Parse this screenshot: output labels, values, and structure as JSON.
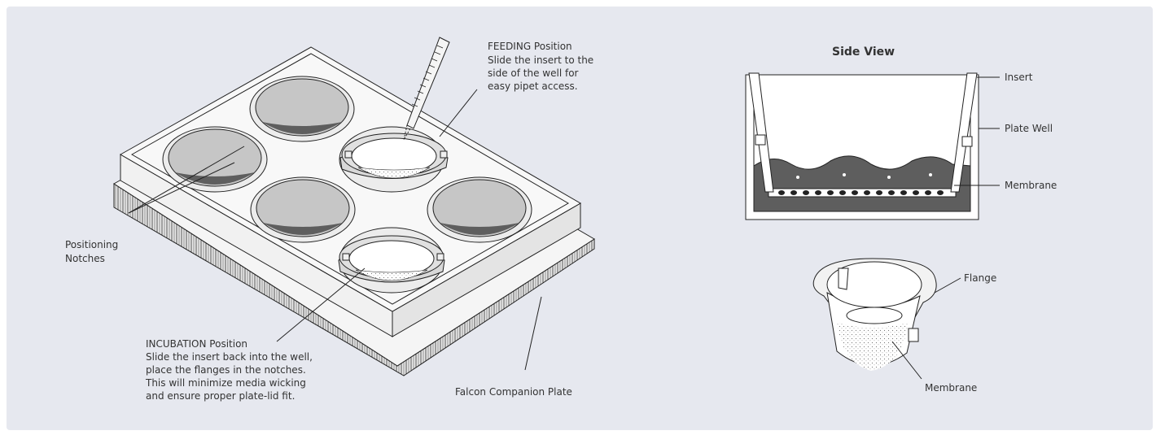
{
  "diagram": {
    "feeding": {
      "title": "FEEDING Position",
      "lines": [
        "Slide the insert to the",
        "side of the well for",
        "easy pipet access."
      ]
    },
    "incubation": {
      "title": "INCUBATION Position",
      "lines": [
        "Slide the insert back into the well,",
        "place the flanges in the notches.",
        "This will minimize media wicking",
        "and ensure proper plate-lid fit."
      ]
    },
    "notches_label": [
      "Positioning",
      "Notches"
    ],
    "plate_label": "Falcon Companion Plate",
    "side_view": {
      "title": "Side View",
      "insert": "Insert",
      "plate_well": "Plate Well",
      "membrane": "Membrane"
    },
    "insert_view": {
      "flange": "Flange",
      "membrane": "Membrane"
    }
  }
}
